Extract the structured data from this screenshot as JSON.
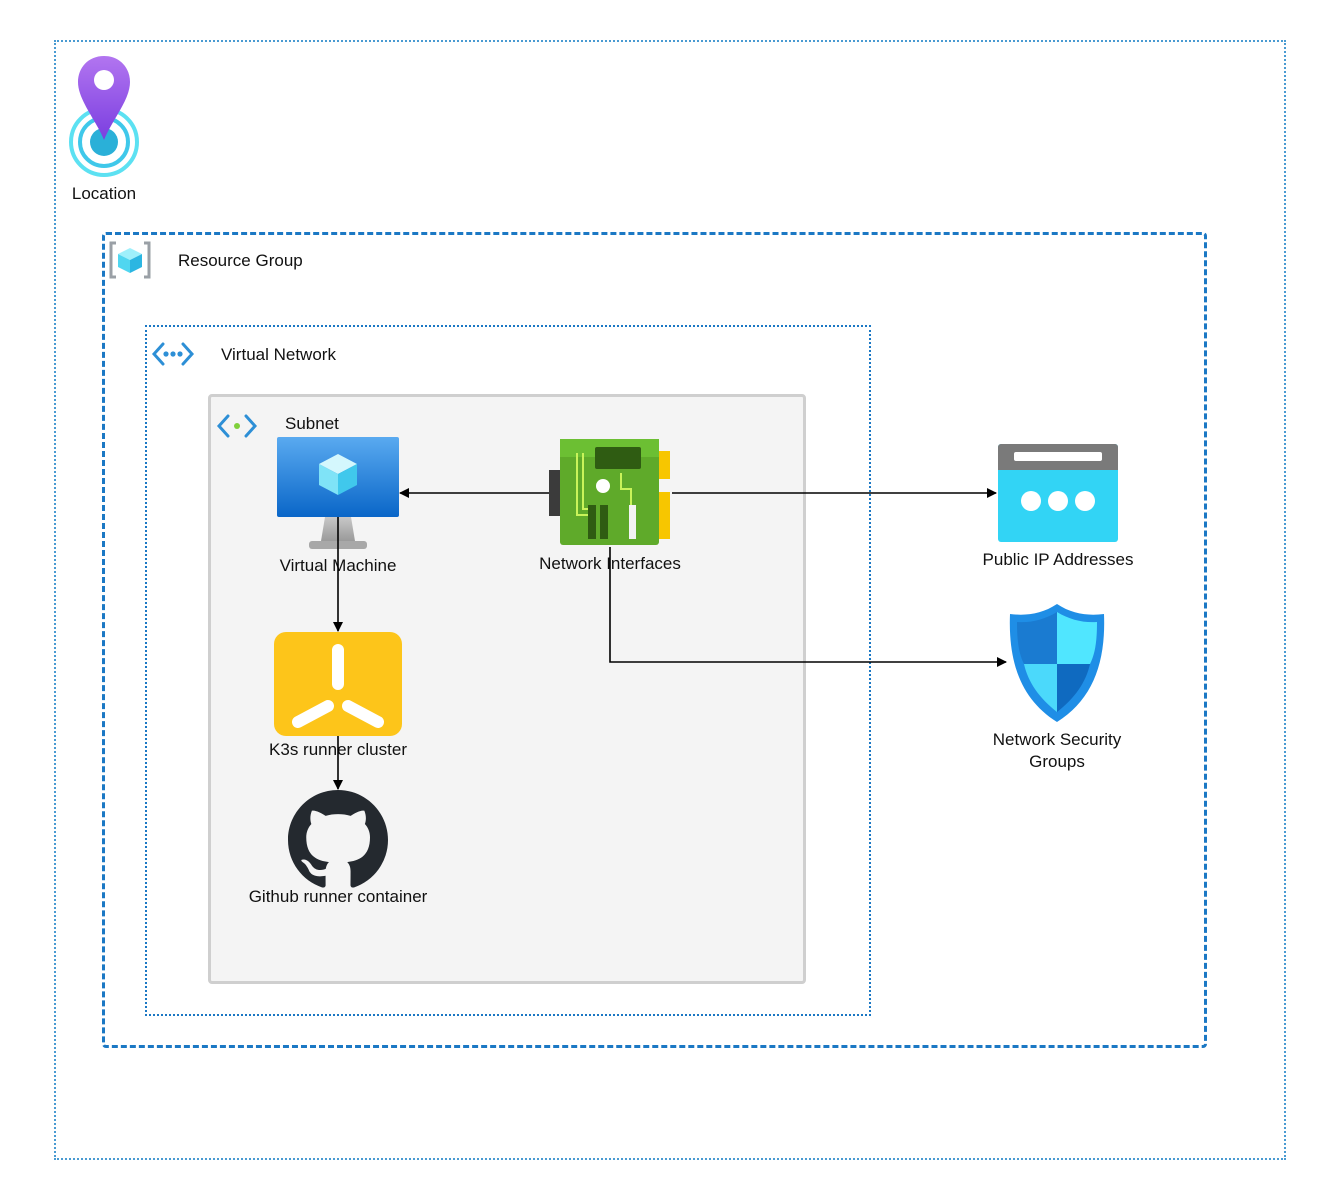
{
  "containers": {
    "location": "Location",
    "resource_group": "Resource Group",
    "virtual_network": "Virtual Network",
    "subnet": "Subnet"
  },
  "nodes": {
    "virtual_machine": "Virtual Machine",
    "network_interfaces": "Network Interfaces",
    "k3s_cluster": "K3s runner cluster",
    "github_container": "Github runner container",
    "public_ip": "Public IP Addresses",
    "nsg": "Network Security Groups"
  },
  "edges": [
    {
      "from": "Network Interfaces",
      "to": "Virtual Machine"
    },
    {
      "from": "Network Interfaces",
      "to": "Public IP Addresses"
    },
    {
      "from": "Network Interfaces",
      "to": "Network Security Groups"
    },
    {
      "from": "Virtual Machine",
      "to": "K3s runner cluster"
    },
    {
      "from": "K3s runner cluster",
      "to": "Github runner container"
    }
  ],
  "colors": {
    "resource_group_border": "#1b78c4",
    "vnet_border": "#1b78c4",
    "location_border": "#4a9bd2",
    "subnet_fill": "#f4f4f4",
    "k3s_fill": "#fdc51a",
    "github_fill": "#24292f",
    "public_ip_fill": "#32d4f5",
    "nsg_fill": "#1f8ee6"
  },
  "icons": {
    "location": "location-pin-icon",
    "resource_group": "resource-group-cube-icon",
    "virtual_network": "virtual-network-icon",
    "subnet": "subnet-icon",
    "virtual_machine": "virtual-machine-monitor-icon",
    "network_interfaces": "network-interface-card-icon",
    "k3s_cluster": "k3s-icon",
    "github_container": "github-octocat-icon",
    "public_ip": "public-ip-icon",
    "nsg": "shield-icon"
  }
}
